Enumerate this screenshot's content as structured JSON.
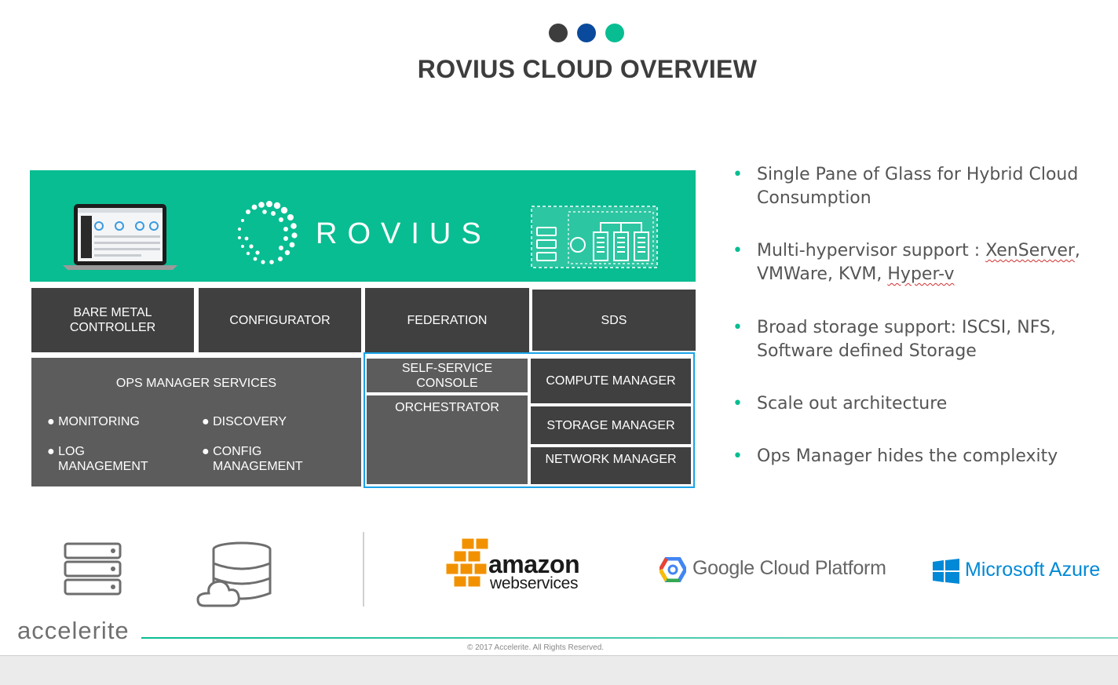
{
  "header": {
    "dots": [
      "#3d3d3d",
      "#0a4a9c",
      "#08bd92"
    ],
    "title": "ROVIUS CLOUD OVERVIEW"
  },
  "banner": {
    "brand": "ROVIUS",
    "color": "#08bd92"
  },
  "architecture": {
    "top_row": [
      "BARE METAL CONTROLLER",
      "CONFIGURATOR",
      "FEDERATION",
      "SDS"
    ],
    "ops": {
      "title": "OPS MANAGER SERVICES",
      "items": [
        "MONITORING",
        "DISCOVERY",
        "LOG MANAGEMENT",
        "CONFIG MANAGEMENT"
      ]
    },
    "self_service": "SELF-SERVICE CONSOLE",
    "orchestrator": "ORCHESTRATOR",
    "managers": [
      "COMPUTE MANAGER",
      "STORAGE MANAGER",
      "NETWORK MANAGER"
    ],
    "highlight_color": "#1aa3e8"
  },
  "bullets": [
    {
      "text": "Single Pane of Glass for Hybrid Cloud Consumption"
    },
    {
      "pre": "Multi-hypervisor support : ",
      "u1": "XenServer",
      "mid": ", VMWare, KVM, ",
      "u2": "Hyper-v"
    },
    {
      "text": "Broad storage support: ISCSI, NFS, Software defined Storage"
    },
    {
      "text": "Scale out architecture"
    },
    {
      "text": "Ops Manager hides the complexity"
    }
  ],
  "providers": {
    "aws_line1": "amazon",
    "aws_line2": "webservices",
    "gcp": "Google Cloud Platform",
    "azure": "Microsoft Azure"
  },
  "footer": {
    "company": "accelerite",
    "copyright": "© 2017 Accelerite. All Rights Reserved."
  },
  "icons": [
    "laptop-icon",
    "rovius-logo-icon",
    "datacenter-icon",
    "server-rack-icon",
    "cloud-database-icon",
    "aws-logo-icon",
    "gcp-logo-icon",
    "azure-logo-icon"
  ]
}
